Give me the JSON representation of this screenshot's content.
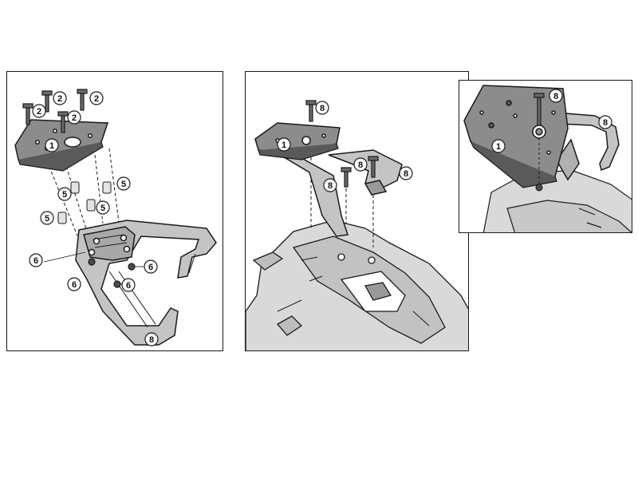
{
  "panels": {
    "left": {
      "callouts": {
        "plate": "1",
        "screw_a": "2",
        "screw_b": "2",
        "screw_c": "2",
        "screw_d": "2",
        "spacer_a": "5",
        "spacer_b": "5",
        "spacer_c": "5",
        "spacer_d": "5",
        "nut_a": "6",
        "nut_b": "6",
        "nut_c": "6",
        "nut_d": "6",
        "rack": "8"
      }
    },
    "right": {
      "callouts": {
        "plate": "1",
        "bolt_top": "8",
        "bolt_mid": "8",
        "bolt_low": "8",
        "bracket": "8"
      }
    },
    "detail": {
      "callouts": {
        "plate": "1",
        "bolt": "8",
        "handle": "8"
      }
    }
  },
  "colors": {
    "line": "#1a1a1a",
    "plate_fill": "#8c8c8c",
    "rack_fill": "#c4c4c4",
    "bike_fill": "#d9d9d9",
    "spacer_fill": "#e3e3e3",
    "background": "#ffffff"
  }
}
